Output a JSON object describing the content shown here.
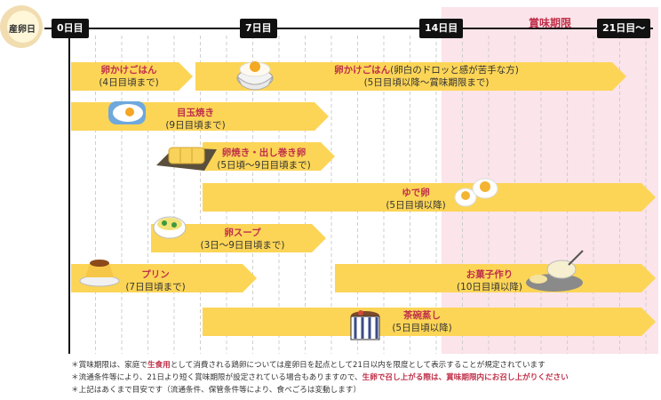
{
  "origin_label": "産卵日",
  "ticks": [
    "0日目",
    "7日目",
    "14日目",
    "21日目〜"
  ],
  "expiry_label": "賞味期限",
  "items": [
    {
      "title": "卵かけごはん",
      "sub": "(4日目頃まで)"
    },
    {
      "title": "卵かけごはん",
      "title_note": "(卵白のドロッと感が苦手な方)",
      "sub": "(5日目頃以降〜賞味期限まで)"
    },
    {
      "title": "目玉焼き",
      "sub": "(9日目頃まで)"
    },
    {
      "title": "卵焼き・出し巻き卵",
      "sub": "(5日頃〜9日目頃まで)"
    },
    {
      "title": "ゆで卵",
      "sub": "(5日目頃以降)"
    },
    {
      "title": "卵スープ",
      "sub": "(3日〜9日目頃まで)"
    },
    {
      "title": "プリン",
      "sub": "(7日目頃まで)"
    },
    {
      "title": "お菓子作り",
      "sub": "(10日目頃以降)"
    },
    {
      "title": "茶碗蒸し",
      "sub": "(5日目頃以降)"
    }
  ],
  "notes": {
    "n1_a": "＊賞味期限は、家庭で",
    "n1_b": "生食用",
    "n1_c": "として消費される鶏卵については産卵日を起点として21日以内を限度として表示することが規定されています",
    "n2_a": "＊流通条件等により、21日より短く賞味期限が設定されている場合もありますので、",
    "n2_b": "生卵で召し上がる際は、賞味期限内にお召し上がりください",
    "n3": "＊上記はあくまで目安です（流通条件、保管条件等により、食べごろは変動します）"
  },
  "colors": {
    "arrow": "#fcd557",
    "accent": "#c0304a",
    "expiry_bg": "#fbe4ea"
  }
}
